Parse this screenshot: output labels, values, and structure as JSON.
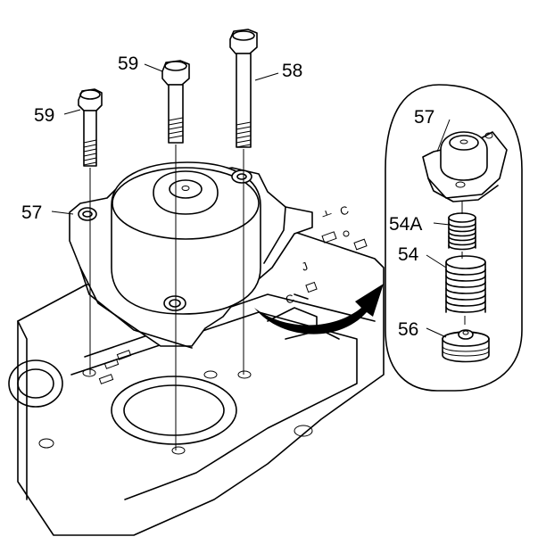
{
  "callouts": {
    "bolt_left": "59",
    "bolt_center": "59",
    "bolt_long": "58",
    "cover_main": "57",
    "cover_inset": "57",
    "spring_small": "54A",
    "spring_large": "54",
    "valve": "56"
  },
  "casting_marks": {
    "mark_a": "ㅗ",
    "mark_b": "C",
    "mark_c": "J"
  }
}
